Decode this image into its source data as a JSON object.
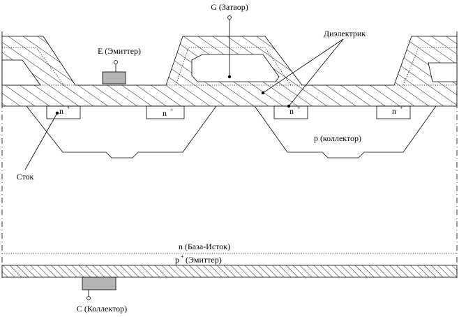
{
  "labels": {
    "gate": "G (Затвор)",
    "emitter_contact": "E (Эмиттер)",
    "dielectric": "Диэлектрик",
    "n_plus": "n",
    "n_plus_sup": "+",
    "p_collector": "p (коллектор)",
    "drain": "Сток",
    "n_base": "n (База-Исток)",
    "p_emitter": "p",
    "p_emitter_sup": "+",
    "p_emitter_rest": "(Эмиттер)",
    "collector_contact": "C (Коллектор)"
  },
  "colors": {
    "line": "#000000",
    "contact_fill": "#b4b4b4",
    "background": "#ffffff"
  }
}
